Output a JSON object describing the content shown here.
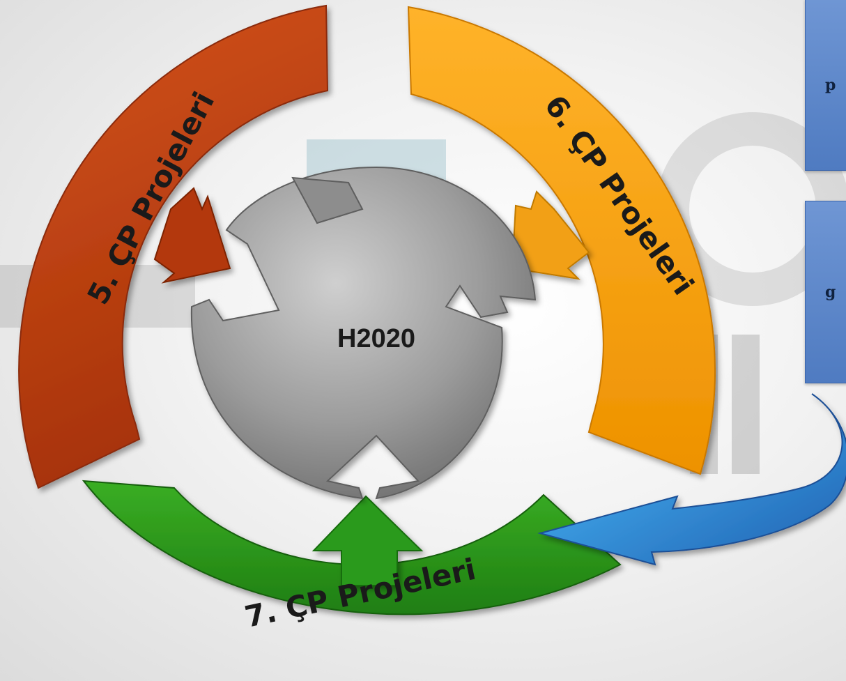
{
  "diagram": {
    "center_label": "H2020",
    "segments": [
      {
        "label": "5. ÇP Projeleri",
        "color": "#c2410e"
      },
      {
        "label": "6. ÇP Projeleri",
        "color": "#f5a20f"
      },
      {
        "label": "7. ÇP Projeleri",
        "color": "#2e9b1c"
      }
    ],
    "hub_color": "#9a9a9a",
    "connector_color": "#2a86d8"
  },
  "side_boxes": [
    {
      "text": "p"
    },
    {
      "text": "g"
    }
  ]
}
